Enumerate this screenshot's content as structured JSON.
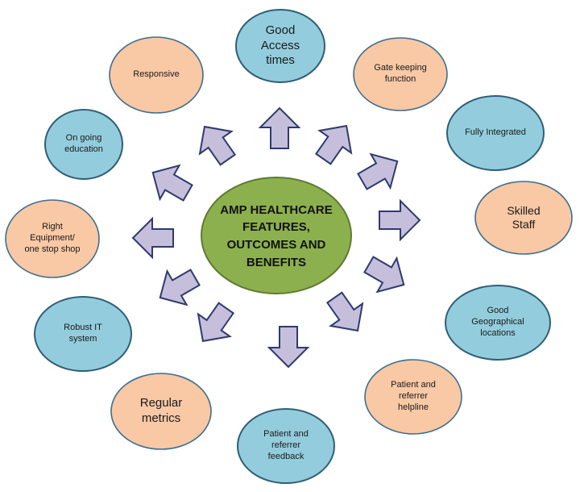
{
  "center": {
    "label": "AMP HEALTHCARE\nFEATURES,\nOUTCOMES AND\nBENEFITS",
    "fill": "#8DB04F",
    "stroke": "#5E7A30"
  },
  "colors": {
    "blue_fill": "#93CDDD",
    "blue_stroke": "#2F5E77",
    "peach_fill": "#F9C8A5",
    "peach_stroke": "#3D6E8C",
    "arrow_fill": "#C6BFDC",
    "arrow_stroke": "#2E3A6E"
  },
  "nodes": [
    {
      "id": "good-access-times",
      "label": "Good\nAccess\ntimes",
      "color": "blue"
    },
    {
      "id": "gate-keeping-function",
      "label": "Gate keeping\nfunction",
      "color": "peach"
    },
    {
      "id": "fully-integrated",
      "label": "Fully Integrated",
      "color": "blue"
    },
    {
      "id": "skilled-staff",
      "label": "Skilled\nStaff",
      "color": "peach"
    },
    {
      "id": "good-geographical-locations",
      "label": "Good\nGeographical\nlocations",
      "color": "blue"
    },
    {
      "id": "patient-referrer-helpline",
      "label": "Patient  and\nreferrer\nhelpline",
      "color": "peach"
    },
    {
      "id": "patient-referrer-feedback",
      "label": "Patient and\nreferrer\nfeedback",
      "color": "blue"
    },
    {
      "id": "regular-metrics",
      "label": "Regular\nmetrics",
      "color": "peach"
    },
    {
      "id": "robust-it-system",
      "label": "Robust IT\nsystem",
      "color": "blue"
    },
    {
      "id": "right-equipment",
      "label": "Right\nEquipment/\none stop shop",
      "color": "peach"
    },
    {
      "id": "ongoing-education",
      "label": "On going\neducation",
      "color": "blue"
    },
    {
      "id": "responsive",
      "label": "Responsive",
      "color": "peach"
    }
  ]
}
